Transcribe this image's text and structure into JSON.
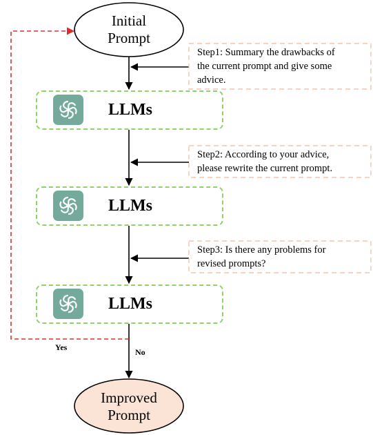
{
  "initial_prompt": {
    "line1": "Initial",
    "line2": "Prompt"
  },
  "improved_prompt": {
    "line1": "Improved",
    "line2": "Prompt"
  },
  "llm_nodes": [
    {
      "label": "LLMs",
      "icon": "openai-logo-icon"
    },
    {
      "label": "LLMs",
      "icon": "openai-logo-icon"
    },
    {
      "label": "LLMs",
      "icon": "openai-logo-icon"
    }
  ],
  "steps": [
    {
      "line1": "Step1: Summary the drawbacks of",
      "line2": "the current prompt and give some",
      "line3": "advice."
    },
    {
      "line1": "Step2: According to your advice,",
      "line2": "please rewrite the current prompt."
    },
    {
      "line1": "Step3: Is there any problems for",
      "line2": "revised prompts?"
    }
  ],
  "branches": {
    "yes": "Yes",
    "no": "No"
  },
  "colors": {
    "llm_border": "#8fd16a",
    "llm_icon_bg": "#74aa9c",
    "step_border": "#f4c4aa",
    "improved_fill": "#fbe4d5",
    "feedback_line": "#d9302f"
  }
}
